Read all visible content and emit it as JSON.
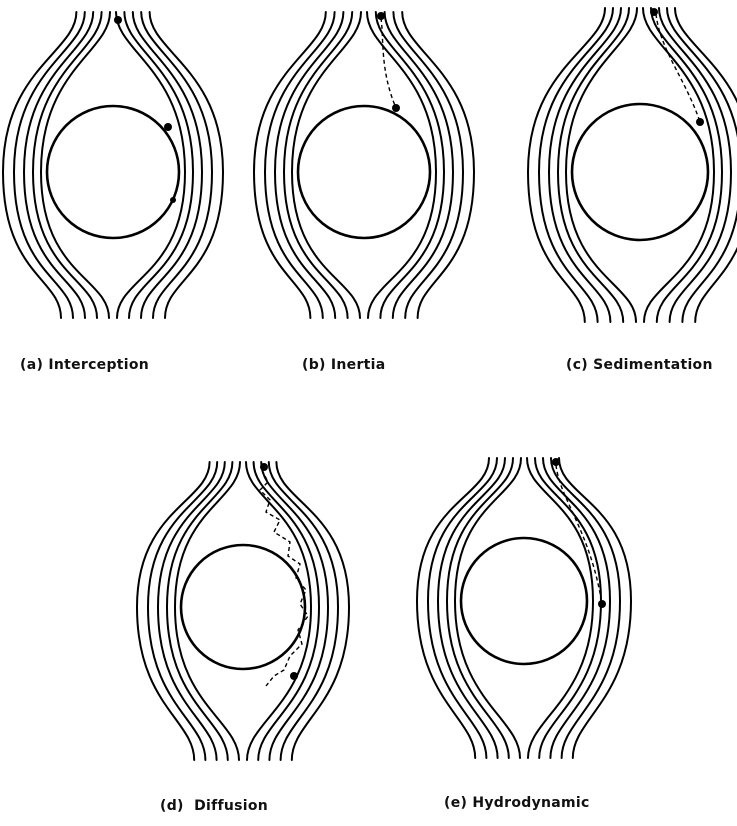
{
  "panels": [
    {
      "id": "a",
      "caption": "(a) Interception",
      "mechanism": "interception"
    },
    {
      "id": "b",
      "caption": "(b) Inertia",
      "mechanism": "inertia"
    },
    {
      "id": "c",
      "caption": "(c) Sedimentation",
      "mechanism": "sedimentation"
    },
    {
      "id": "d",
      "caption": "(d)  Diffusion",
      "mechanism": "diffusion"
    },
    {
      "id": "e",
      "caption": "(e) Hydrodynamic",
      "mechanism": "hydrodynamic"
    }
  ],
  "colors": {
    "line": "#000000",
    "background": "#ffffff"
  }
}
